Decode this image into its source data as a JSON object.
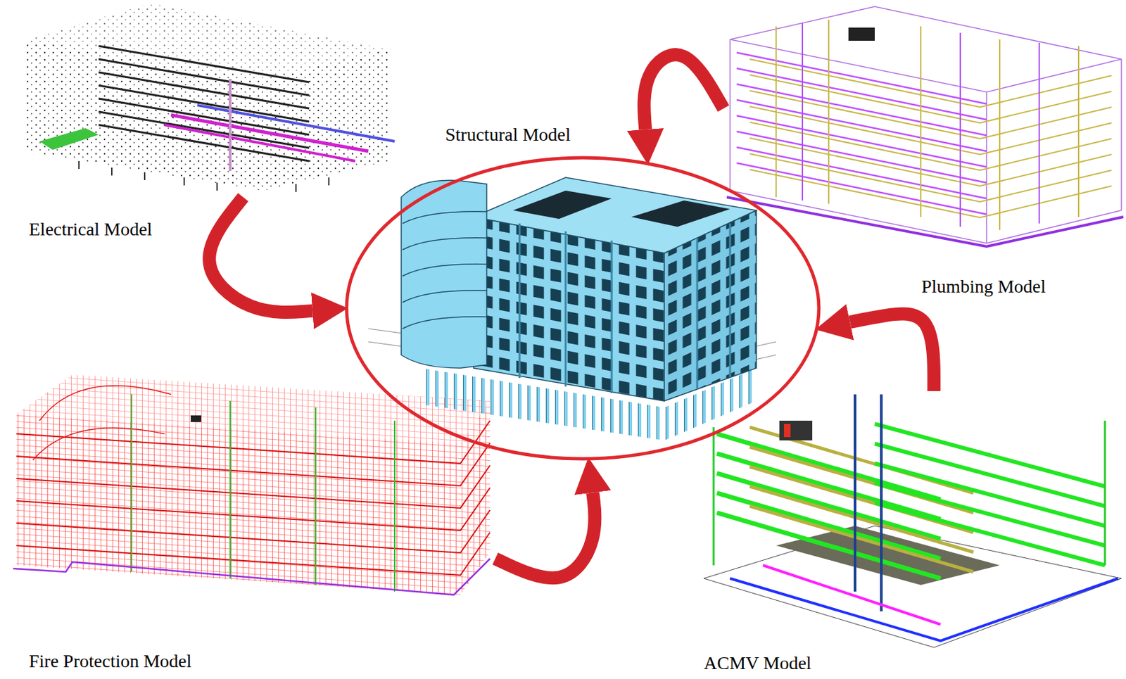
{
  "diagram": {
    "nodes": [
      {
        "text": [
          "Electrical Model"
        ]
      },
      {
        "text": [
          "Structural Model"
        ]
      },
      {
        "text": [
          "Plumbing Model"
        ]
      },
      {
        "text": [
          "Fire Protection Model"
        ]
      },
      {
        "text": [
          "ACMV Model"
        ]
      }
    ],
    "edges": [
      {
        "from": 0,
        "to": 1,
        "arrow": "to"
      },
      {
        "from": 2,
        "to": 1,
        "arrow": "to"
      },
      {
        "from": 3,
        "to": 1,
        "arrow": "to"
      },
      {
        "from": 4,
        "to": 1,
        "arrow": "to"
      }
    ]
  }
}
